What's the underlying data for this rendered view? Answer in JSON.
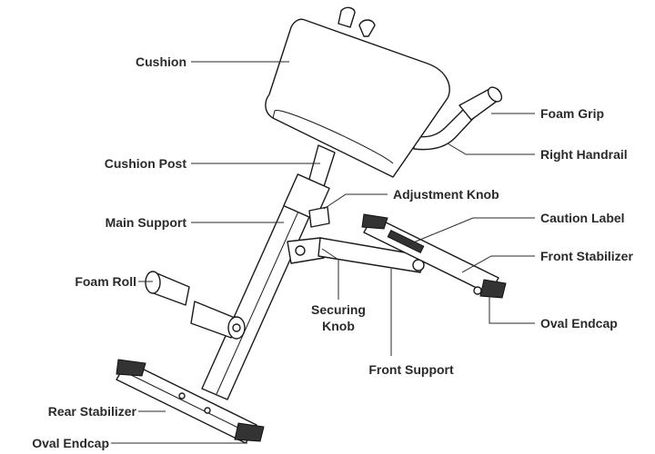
{
  "labels": {
    "cushion": "Cushion",
    "cushion_post": "Cushion Post",
    "main_support": "Main Support",
    "foam_roll": "Foam Roll",
    "rear_stabilizer": "Rear Stabilizer",
    "oval_endcap_left": "Oval Endcap",
    "foam_grip": "Foam Grip",
    "right_handrail": "Right Handrail",
    "adjustment_knob": "Adjustment Knob",
    "caution_label": "Caution Label",
    "front_stabilizer": "Front Stabilizer",
    "oval_endcap_right": "Oval Endcap",
    "securing_knob_line1": "Securing",
    "securing_knob_line2": "Knob",
    "front_support": "Front Support"
  }
}
